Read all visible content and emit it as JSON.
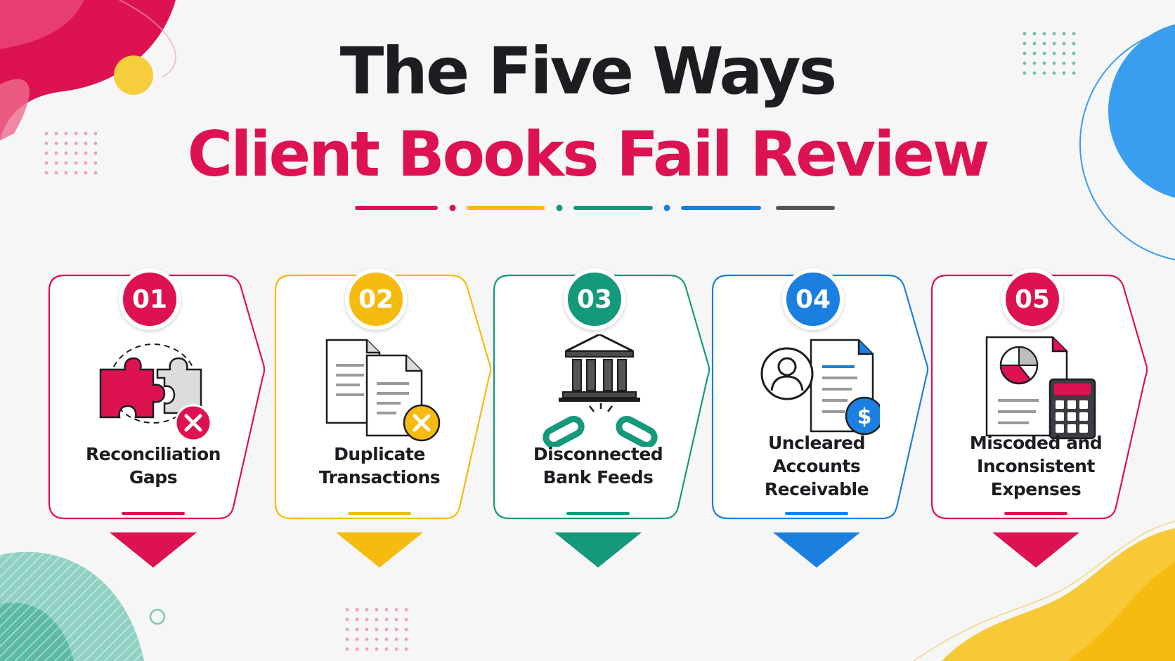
{
  "title": {
    "line1": "The Five Ways",
    "line2": "Client Books Fail Review"
  },
  "colors": {
    "red": "#dd1250",
    "yellow": "#f6bb10",
    "green": "#15997b",
    "blue": "#1b7fe0",
    "dark": "#1b1d21",
    "gray": "#555555"
  },
  "steps": [
    {
      "number": "01",
      "label_lines": [
        "Reconciliation",
        "Gaps"
      ],
      "icon": "puzzle-pieces-error-icon",
      "color": "#dd1250"
    },
    {
      "number": "02",
      "label_lines": [
        "Duplicate",
        "Transactions"
      ],
      "icon": "duplicate-documents-error-icon",
      "color": "#f6bb10"
    },
    {
      "number": "03",
      "label_lines": [
        "Disconnected",
        "Bank Feeds"
      ],
      "icon": "bank-broken-link-icon",
      "color": "#15997b"
    },
    {
      "number": "04",
      "label_lines": [
        "Uncleared",
        "Accounts",
        "Receivable"
      ],
      "icon": "customer-invoice-dollar-icon",
      "color": "#1b7fe0"
    },
    {
      "number": "05",
      "label_lines": [
        "Miscoded and",
        "Inconsistent",
        "Expenses"
      ],
      "icon": "report-calculator-icon",
      "color": "#dd1250"
    }
  ]
}
